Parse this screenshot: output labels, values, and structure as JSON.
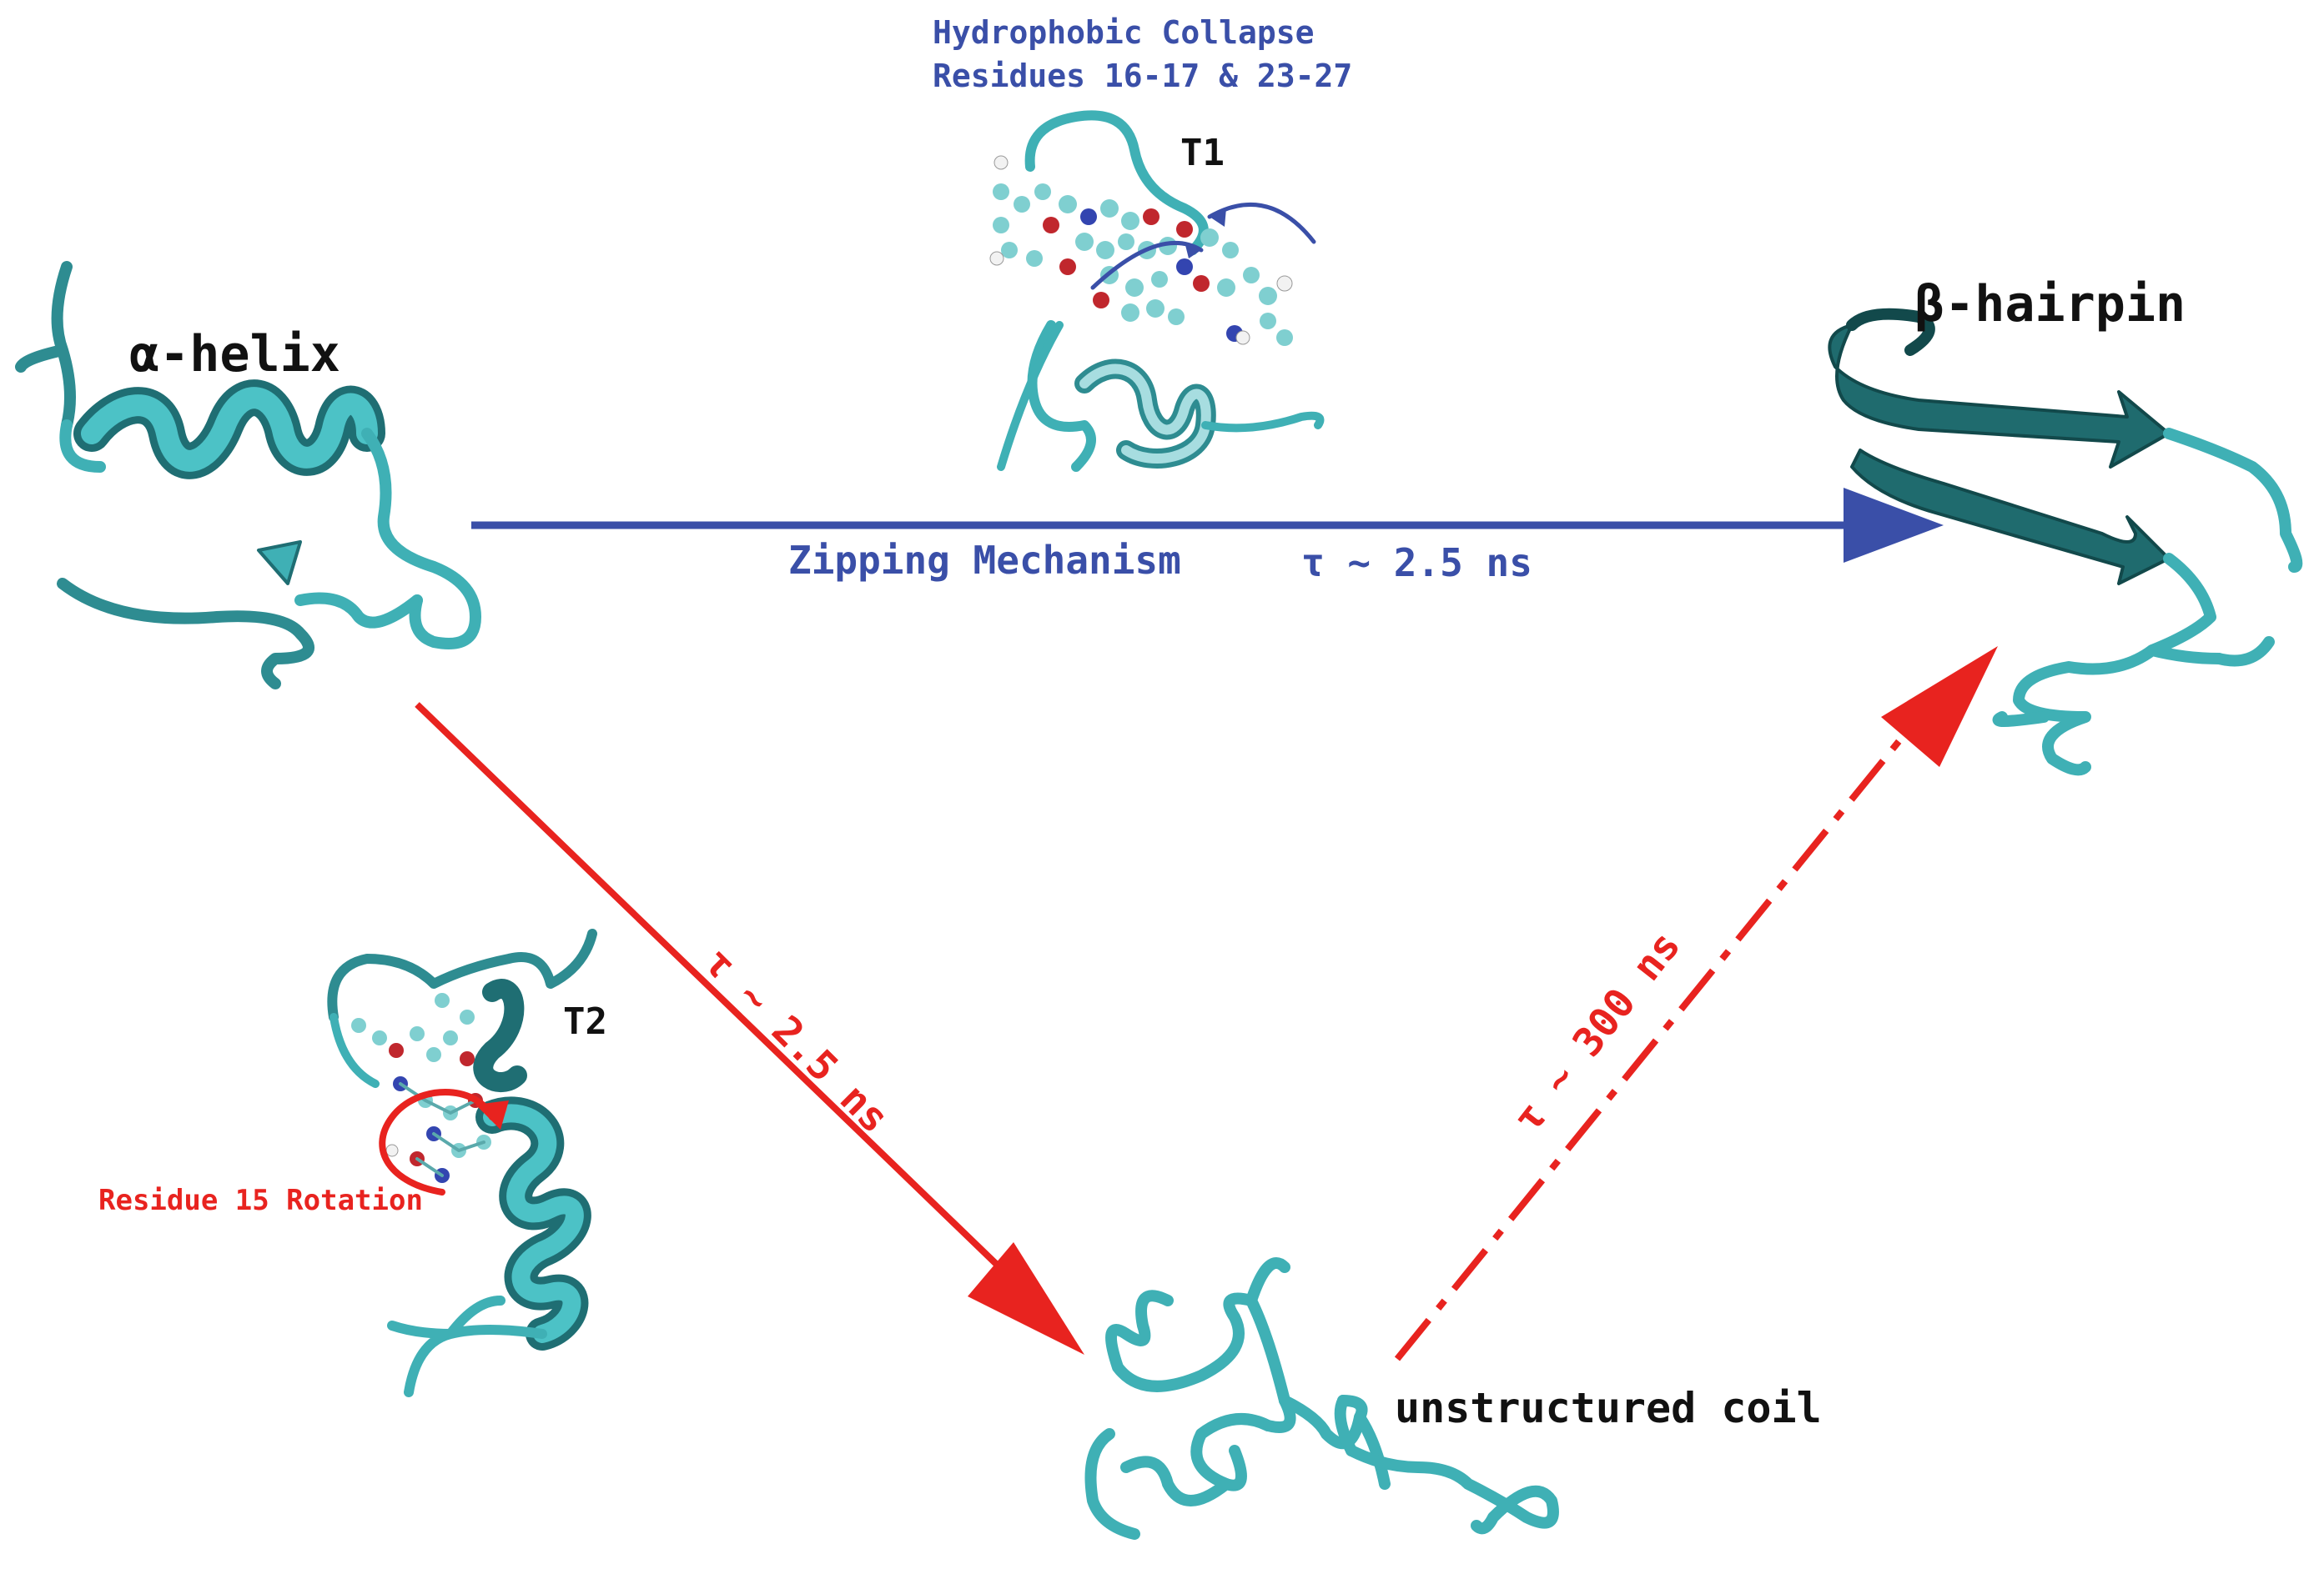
{
  "states": {
    "alpha": "α-helix",
    "beta": "β-hairpin",
    "coil": "unstructured coil"
  },
  "transition_states": {
    "t1": "T1",
    "t2": "T2"
  },
  "annotations": {
    "t1_line1": "Hydrophobic Collapse",
    "t1_line2": "Residues 16-17 & 23-27",
    "t2": "Residue 15 Rotation"
  },
  "paths": {
    "zipping_label": "Zipping Mechanism",
    "zipping_tau": "τ ~ 2.5 ns",
    "helix_to_coil_tau": "τ ~ 2.5 ns",
    "coil_to_hairpin_tau": "τ ~ 300 ns"
  },
  "colors": {
    "blue_arrow": "#3a4fa8",
    "red_arrow": "#e8231f",
    "ribbon": "#3fb0b5",
    "ribbon_dark": "#1f6e73",
    "hairpin": "#1f6b6e",
    "oxygen": "#c0272d",
    "nitrogen": "#3345b0",
    "carbon": "#7fcfd0",
    "hydrogen": "#f2f2f2"
  },
  "icons": [
    "alpha-helix-structure",
    "beta-hairpin-structure",
    "coil-structure",
    "t1-structure",
    "t2-structure"
  ]
}
